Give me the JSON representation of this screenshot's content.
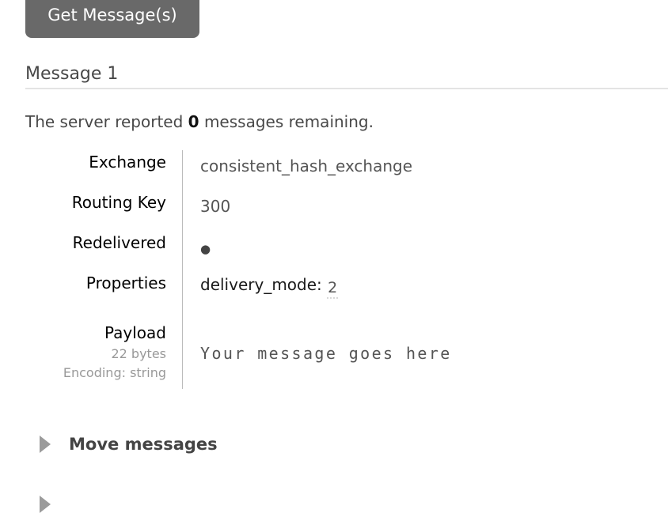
{
  "get_button": {
    "label": "Get Message(s)"
  },
  "message": {
    "title": "Message 1",
    "note": {
      "prefix": "The server reported ",
      "count": "0",
      "suffix": " messages remaining."
    },
    "exchange": {
      "label": "Exchange",
      "value": "consistent_hash_exchange"
    },
    "routing_key": {
      "label": "Routing Key",
      "value": "300"
    },
    "redelivered": {
      "label": "Redelivered",
      "dot": "●"
    },
    "properties": {
      "label": "Properties",
      "key": "delivery_mode: ",
      "value": "2"
    },
    "payload": {
      "label": "Payload",
      "size": "22 bytes",
      "encoding": "Encoding: string",
      "value": "Your message goes here"
    }
  },
  "sections": {
    "move_messages": "Move messages"
  },
  "colors": {
    "button_bg": "#696969",
    "button_text": "#ffffff",
    "heading_text": "#484848",
    "label_text": "#000000",
    "value_text": "#555555",
    "muted_text": "#999999",
    "divider": "#bbbbbb",
    "rule": "#e3e3e3",
    "triangle": "#9b9b9b",
    "section_text": "#444444"
  }
}
